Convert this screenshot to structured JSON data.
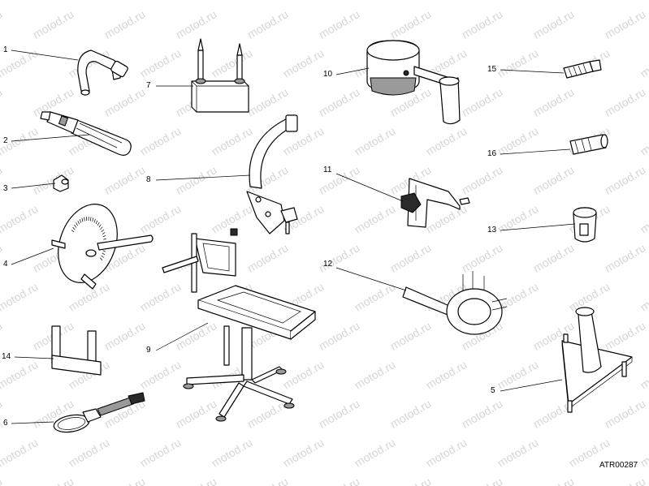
{
  "watermark_text": "motod.ru",
  "drawing_code": "ATR00287",
  "callouts": [
    {
      "id": "1",
      "label": "1"
    },
    {
      "id": "2",
      "label": "2"
    },
    {
      "id": "3",
      "label": "3"
    },
    {
      "id": "4",
      "label": "4"
    },
    {
      "id": "5",
      "label": "5"
    },
    {
      "id": "6",
      "label": "6"
    },
    {
      "id": "7",
      "label": "7"
    },
    {
      "id": "8",
      "label": "8"
    },
    {
      "id": "9",
      "label": "9"
    },
    {
      "id": "10",
      "label": "10"
    },
    {
      "id": "11",
      "label": "11"
    },
    {
      "id": "12",
      "label": "12"
    },
    {
      "id": "13",
      "label": "13"
    },
    {
      "id": "14",
      "label": "14"
    },
    {
      "id": "15",
      "label": "15"
    },
    {
      "id": "16",
      "label": "16"
    }
  ]
}
